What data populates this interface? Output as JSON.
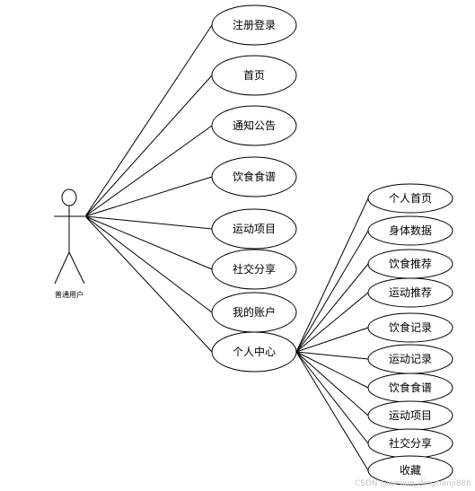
{
  "actor": {
    "label": "普通用户"
  },
  "main_use_cases": [
    {
      "id": "register",
      "label": "注册登录"
    },
    {
      "id": "home",
      "label": "首页"
    },
    {
      "id": "notice",
      "label": "通知公告"
    },
    {
      "id": "recipes",
      "label": "饮食食谱"
    },
    {
      "id": "exercise",
      "label": "运动项目"
    },
    {
      "id": "social",
      "label": "社交分享"
    },
    {
      "id": "account",
      "label": "我的账户"
    },
    {
      "id": "personal",
      "label": "个人中心"
    }
  ],
  "personal_center_use_cases": [
    {
      "id": "pc-home",
      "label": "个人首页"
    },
    {
      "id": "pc-body",
      "label": "身体数据"
    },
    {
      "id": "pc-diet-rec",
      "label": "饮食推荐"
    },
    {
      "id": "pc-ex-rec",
      "label": "运动推荐"
    },
    {
      "id": "pc-diet-log",
      "label": "饮食记录"
    },
    {
      "id": "pc-ex-log",
      "label": "运动记录"
    },
    {
      "id": "pc-recipes",
      "label": "饮食食谱"
    },
    {
      "id": "pc-exercise",
      "label": "运动项目"
    },
    {
      "id": "pc-social",
      "label": "社交分享"
    },
    {
      "id": "pc-favorites",
      "label": "收藏"
    }
  ],
  "watermark": "CSDN @weixin_dingtianji886"
}
